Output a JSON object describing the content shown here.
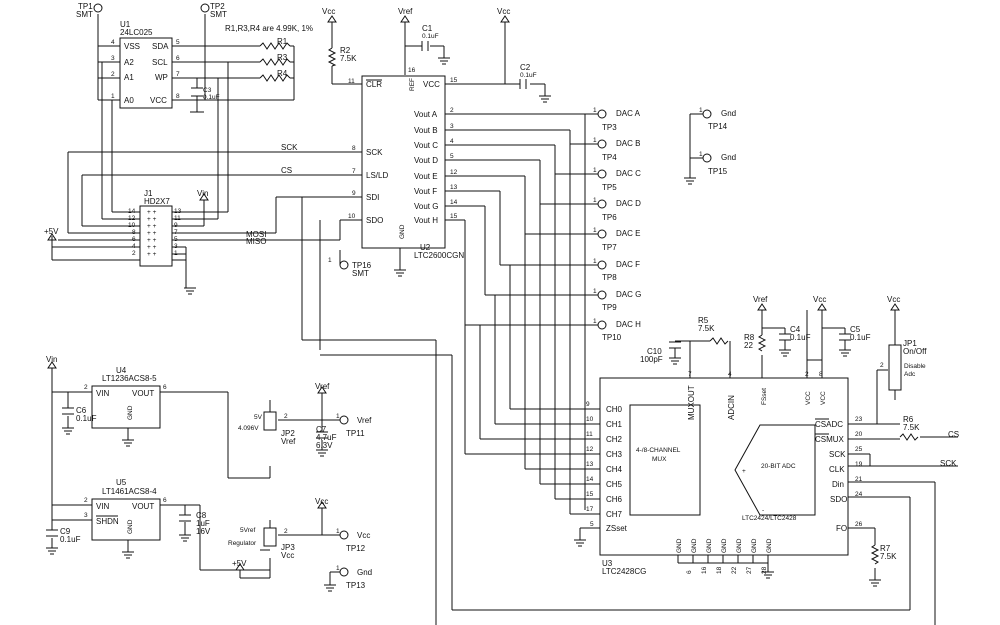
{
  "notes": {
    "resistors": "R1,R3,R4 are 4.99K, 1%"
  },
  "rails": {
    "vcc": "Vcc",
    "vref": "Vref",
    "vin": "Vin",
    "p5v": "+5V"
  },
  "tp": {
    "tp1": "TP1",
    "tp2": "TP2",
    "smt": "SMT",
    "one": "1",
    "gnd": "Gnd",
    "tp11": "TP11",
    "tp12": "TP12",
    "tp13": "TP13",
    "tp14": "TP14",
    "tp15": "TP15",
    "tp16": "TP16"
  },
  "u1": {
    "ref": "U1",
    "part": "24LC025",
    "pins": [
      "VSS",
      "A2",
      "A1",
      "A0",
      "SDA",
      "SCL",
      "WP",
      "VCC"
    ],
    "nums": [
      "4",
      "3",
      "2",
      "1",
      "5",
      "6",
      "7",
      "8"
    ]
  },
  "res": {
    "r1": "R1",
    "r3": "R3",
    "r4": "R4",
    "r2": "R2",
    "r2v": "7.5K",
    "r5": "R5",
    "r5v": "7.5K",
    "r6": "R6",
    "r6v": "7.5K",
    "r7": "R7",
    "r7v": "7.5K",
    "r8": "R8",
    "r8v": "22"
  },
  "caps": {
    "c1": "C1",
    "c1v": "0.1uF",
    "c2": "C2",
    "c2v": "0.1uF",
    "c3": "C3",
    "c3v": "0.1uF",
    "c4": "C4",
    "c4v": "0.1uF",
    "c5": "C5",
    "c5v": "0.1uF",
    "c6": "C6",
    "c6v": "0.1uF",
    "c7": "C7",
    "c7v": "4.7uF",
    "c7w": "6.3V",
    "c8": "C8",
    "c8v": "1uF",
    "c8w": "16V",
    "c9": "C9",
    "c9v": "0.1uF",
    "c10": "C10",
    "c10v": "100pF"
  },
  "u2": {
    "refdes": "U2",
    "part": "LTC2600CGN",
    "clr": "CLR",
    "ref": "REF",
    "vcc": "VCC",
    "vout": [
      "Vout A",
      "Vout B",
      "Vout C",
      "Vout D",
      "Vout E",
      "Vout F",
      "Vout G",
      "Vout H"
    ],
    "sck": "SCK",
    "ld": "LS/LD",
    "sdi": "SDI",
    "sdo": "SDO",
    "gnd": "GND",
    "nums": [
      "11",
      "16",
      "15",
      "2",
      "3",
      "4",
      "5",
      "12",
      "13",
      "14",
      "15",
      "8",
      "7",
      "9",
      "10"
    ]
  },
  "dac": {
    "labels": [
      "DAC A",
      "DAC B",
      "DAC C",
      "DAC D",
      "DAC E",
      "DAC F",
      "DAC G",
      "DAC H"
    ],
    "tps": [
      "TP3",
      "TP4",
      "TP5",
      "TP6",
      "TP7",
      "TP8",
      "TP9",
      "TP10"
    ]
  },
  "nets": {
    "sck": "SCK",
    "cs": "CS",
    "mosi": "MOSI",
    "miso": "MISO"
  },
  "j1": {
    "ref": "J1",
    "part": "HD2X7",
    "left": [
      "14",
      "12",
      "10",
      "8",
      "6",
      "4",
      "2"
    ],
    "right": [
      "13",
      "11",
      "9",
      "7",
      "5",
      "3",
      "1"
    ]
  },
  "jp1": {
    "ref": "JP1",
    "onoff": "On/Off",
    "disable": "Disable",
    "adc": "Adc",
    "pin2": "2"
  },
  "u3": {
    "refdes": "U3",
    "part": "LTC2428CG",
    "ch": [
      "CH0",
      "CH1",
      "CH2",
      "CH3",
      "CH4",
      "CH5",
      "CH6",
      "CH7"
    ],
    "chn": [
      "9",
      "10",
      "11",
      "12",
      "13",
      "14",
      "15",
      "17",
      "5"
    ],
    "zsset": "ZSset",
    "mux": "4-/8-CHANNEL",
    "muxsub": "MUX",
    "adc": "20-BIT ADC",
    "adcpart": "LTC2424/LTC2428",
    "plus": "+",
    "minus": "-",
    "muxout": "MUXOUT",
    "adcin": "ADCIN",
    "fsset": "FSset",
    "vcc": "VCC",
    "topn": [
      "7",
      "4",
      "2",
      "8"
    ],
    "csadc": "CSADC",
    "csmux": "CSMUX",
    "sck": "SCK",
    "clk": "CLK",
    "din": "Din",
    "sdo": "SDO",
    "fo": "FO",
    "rn": [
      "23",
      "20",
      "25",
      "19",
      "21",
      "24",
      "26"
    ],
    "gnd": "GND",
    "gn": [
      "6",
      "16",
      "18",
      "22",
      "27",
      "28"
    ]
  },
  "u4": {
    "refdes": "U4",
    "part": "LT1236ACS8-5",
    "vin": "VIN",
    "vout": "VOUT",
    "gnd": "GND",
    "n": [
      "2",
      "6"
    ]
  },
  "u5": {
    "refdes": "U5",
    "part": "LT1461ACS8-4",
    "vin": "VIN",
    "vout": "VOUT",
    "shdn": "SHDN",
    "gnd": "GND",
    "n": [
      "2",
      "3",
      "6"
    ]
  },
  "jp2": {
    "ref": "JP2",
    "vref": "Vref",
    "v5": "5V",
    "v4096": "4.096V",
    "pin": "2"
  },
  "jp3": {
    "ref": "JP3",
    "vcc": "Vcc",
    "v5ref": "5Vref",
    "reg": "Regulator",
    "pin": "2"
  }
}
